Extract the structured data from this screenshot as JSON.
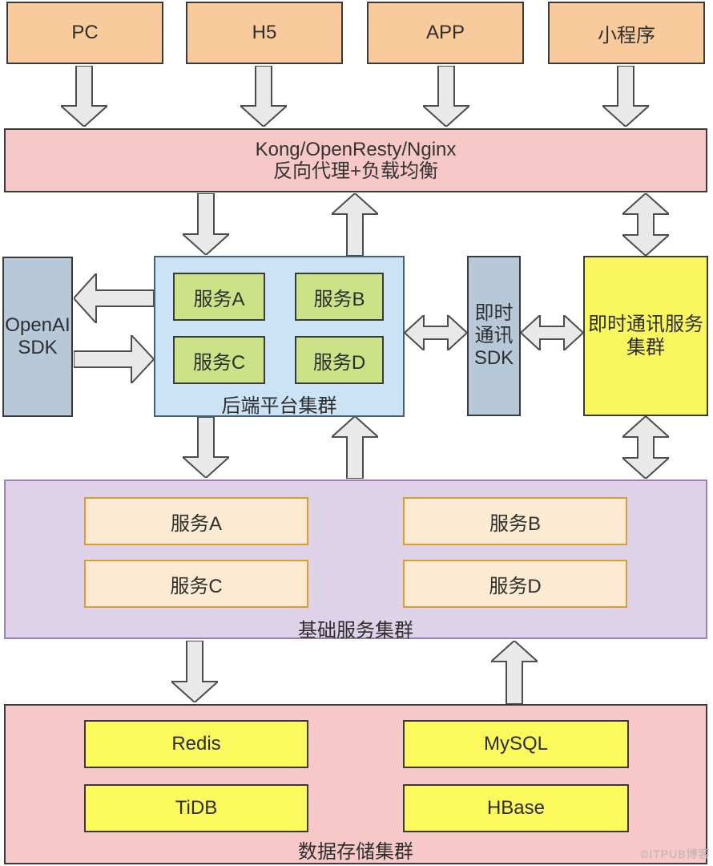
{
  "clients": [
    "PC",
    "H5",
    "APP",
    "小程序"
  ],
  "gateway": {
    "line1": "Kong/OpenResty/Nginx",
    "line2": "反向代理+负载均衡"
  },
  "openai_sdk": {
    "line1": "OpenAI",
    "line2": "SDK"
  },
  "backend_cluster": {
    "label": "后端平台集群",
    "services": [
      "服务A",
      "服务B",
      "服务C",
      "服务D"
    ]
  },
  "im_sdk": {
    "line1": "即时",
    "line2": "通讯",
    "line3": "SDK"
  },
  "im_cluster": {
    "line1": "即时通讯服务",
    "line2": "集群"
  },
  "base_cluster": {
    "label": "基础服务集群",
    "services": [
      "服务A",
      "服务B",
      "服务C",
      "服务D"
    ]
  },
  "storage_cluster": {
    "label": "数据存储集群",
    "stores": [
      "Redis",
      "MySQL",
      "TiDB",
      "HBase"
    ]
  },
  "watermark": "©ITPUB博客",
  "colors": {
    "client_fill": "#f9cb9c",
    "gateway_fill": "#f7c8c8",
    "platform_fill": "#cce3f6",
    "service_green": "#cbe386",
    "sdk_fill": "#b7c9d9",
    "im_cluster_fill": "#f9f65e",
    "base_section_fill": "#ddd2e7",
    "base_service_fill": "#fcebd2",
    "base_service_border": "#db9d33",
    "storage_fill": "#f7c8c8",
    "db_fill": "#fbf95c",
    "arrow_fill": "#e9e9e9"
  }
}
